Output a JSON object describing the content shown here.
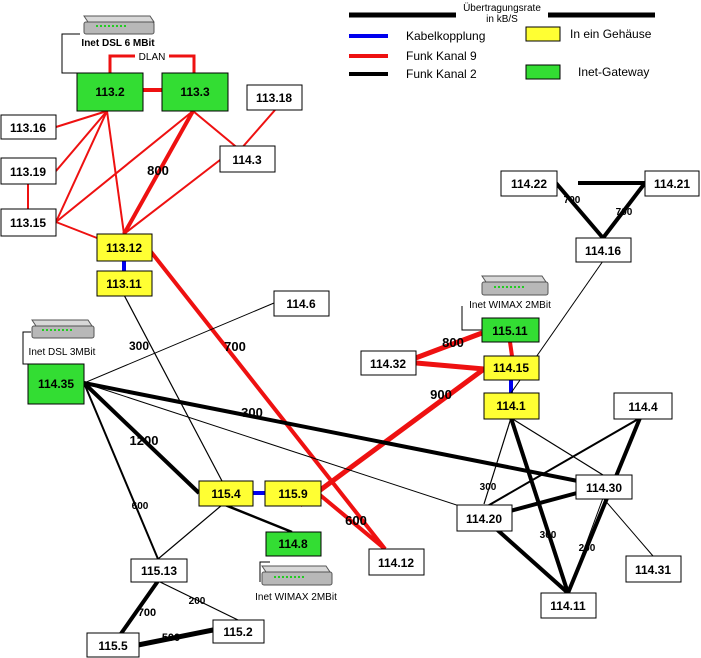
{
  "colors": {
    "kabel": "#0000ee",
    "funk9": "#ee1111",
    "funk2": "#000000",
    "yellow": "#ffff33",
    "green": "#33dd33",
    "white": "#ffffff"
  },
  "legend": {
    "rate_title": "Übertragungsrate",
    "rate_unit": "in kB/S",
    "kabel_label": "Kabelkopplung",
    "funk9_label": "Funk Kanal 9",
    "funk2_label": "Funk Kanal 2",
    "yellow_label": "In ein Gehäuse",
    "green_label": "Inet-Gateway"
  },
  "devices": {
    "dsl6": "Inet DSL 6 MBit",
    "dsl3": "Inet DSL 3MBit",
    "wimax_top": "Inet WIMAX 2MBit",
    "wimax_bottom": "Inet WIMAX 2MBit"
  },
  "dlan_label": "DLAN",
  "nodes": {
    "n113_2": "113.2",
    "n113_3": "113.3",
    "n113_18": "113.18",
    "n113_16": "113.16",
    "n113_19": "113.19",
    "n113_15": "113.15",
    "n114_3": "114.3",
    "n113_12": "113.12",
    "n113_11": "113.11",
    "n114_6": "114.6",
    "n114_35": "114.35",
    "n114_22": "114.22",
    "n114_21": "114.21",
    "n114_16": "114.16",
    "n115_11": "115.11",
    "n114_32": "114.32",
    "n114_15": "114.15",
    "n114_1": "114.1",
    "n114_4": "114.4",
    "n114_30": "114.30",
    "n114_20": "114.20",
    "n115_4": "115.4",
    "n115_9": "115.9",
    "n114_8": "114.8",
    "n114_12": "114.12",
    "n115_13": "115.13",
    "n115_5": "115.5",
    "n115_2": "115.2",
    "n114_11": "114.11",
    "n114_31": "114.31"
  },
  "edge_labels": {
    "e800": "800",
    "e300a": "300",
    "e700a": "700",
    "e300b": "300",
    "e1200": "1200",
    "e600a": "600",
    "e600b": "600",
    "e900": "900",
    "e800b": "800",
    "e700b": "700",
    "e700c": "700",
    "e300c": "300",
    "e300d": "300",
    "e200a": "200",
    "e700d": "700",
    "e200b": "200",
    "e500": "500"
  }
}
